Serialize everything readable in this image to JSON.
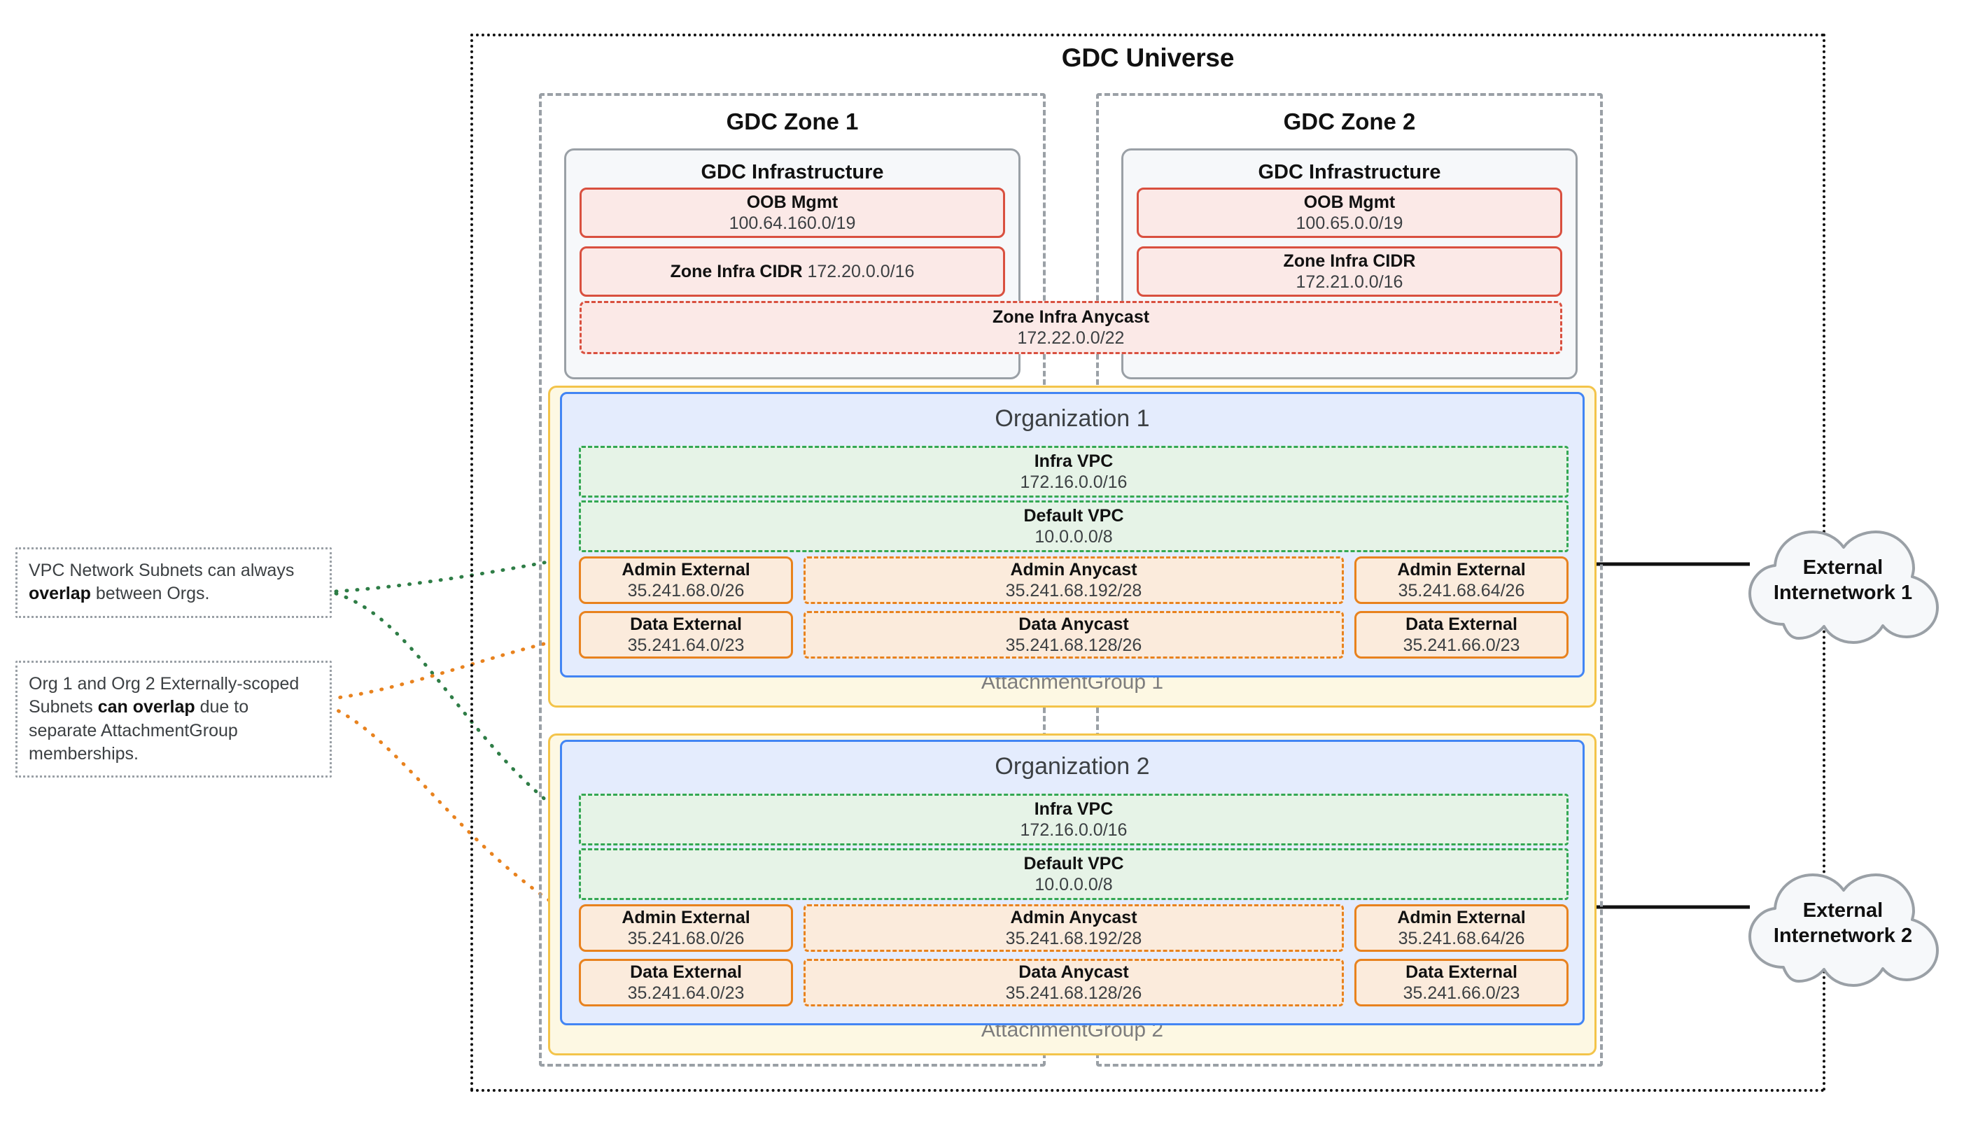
{
  "universe": {
    "title": "GDC Universe"
  },
  "zones": [
    {
      "title": "GDC Zone 1",
      "infra_title": "GDC Infrastructure",
      "oob": {
        "name": "OOB Mgmt",
        "cidr": "100.64.160.0/19"
      },
      "zone_infra_cidr": {
        "name": "Zone Infra CIDR",
        "cidr": "172.20.0.0/16",
        "inline": true
      }
    },
    {
      "title": "GDC Zone 2",
      "infra_title": "GDC Infrastructure",
      "oob": {
        "name": "OOB Mgmt",
        "cidr": "100.65.0.0/19"
      },
      "zone_infra_cidr": {
        "name": "Zone Infra CIDR",
        "cidr": "172.21.0.0/16",
        "inline": false
      }
    }
  ],
  "zone_infra_anycast": {
    "name": "Zone Infra Anycast",
    "cidr": "172.22.0.0/22"
  },
  "attachment_groups": [
    {
      "label": "AttachmentGroup 1"
    },
    {
      "label": "AttachmentGroup 2"
    }
  ],
  "organizations": [
    {
      "title": "Organization 1",
      "vpcs": [
        {
          "name": "Infra VPC",
          "cidr": "172.16.0.0/16"
        },
        {
          "name": "Default VPC",
          "cidr": "10.0.0.0/8"
        }
      ],
      "subnets": {
        "admin_external_left": {
          "name": "Admin External",
          "cidr": "35.241.68.0/26"
        },
        "admin_anycast": {
          "name": "Admin Anycast",
          "cidr": "35.241.68.192/28"
        },
        "admin_external_right": {
          "name": "Admin External",
          "cidr": "35.241.68.64/26"
        },
        "data_external_left": {
          "name": "Data External",
          "cidr": "35.241.64.0/23"
        },
        "data_anycast": {
          "name": "Data Anycast",
          "cidr": "35.241.68.128/26"
        },
        "data_external_right": {
          "name": "Data External",
          "cidr": "35.241.66.0/23"
        }
      }
    },
    {
      "title": "Organization 2",
      "vpcs": [
        {
          "name": "Infra VPC",
          "cidr": "172.16.0.0/16"
        },
        {
          "name": "Default VPC",
          "cidr": "10.0.0.0/8"
        }
      ],
      "subnets": {
        "admin_external_left": {
          "name": "Admin External",
          "cidr": "35.241.68.0/26"
        },
        "admin_anycast": {
          "name": "Admin Anycast",
          "cidr": "35.241.68.192/28"
        },
        "admin_external_right": {
          "name": "Admin External",
          "cidr": "35.241.68.64/26"
        },
        "data_external_left": {
          "name": "Data External",
          "cidr": "35.241.64.0/23"
        },
        "data_anycast": {
          "name": "Data Anycast",
          "cidr": "35.241.68.128/26"
        },
        "data_external_right": {
          "name": "Data External",
          "cidr": "35.241.66.0/23"
        }
      }
    }
  ],
  "notes": [
    {
      "parts": [
        {
          "text": "VPC Network Subnets can always ",
          "bold": false
        },
        {
          "text": "overlap",
          "bold": true
        },
        {
          "text": " between Orgs.",
          "bold": false
        }
      ]
    },
    {
      "parts": [
        {
          "text": "Org 1 and Org 2 Externally-scoped Subnets ",
          "bold": false
        },
        {
          "text": "can overlap",
          "bold": true
        },
        {
          "text": " due to separate AttachmentGroup memberships.",
          "bold": false
        }
      ]
    }
  ],
  "external_networks": [
    {
      "line1": "External",
      "line2": "Internetwork 1"
    },
    {
      "line1": "External",
      "line2": "Internetwork 2"
    }
  ],
  "colors": {
    "universe_border": "#111111",
    "zone_border": "#9aa0a6",
    "infra_border": "#9aa0a6",
    "infra_fill": "#f6f8fa",
    "red_border": "#d9503f",
    "red_fill": "#fbe9e7",
    "org_border": "#4285f4",
    "org_fill": "#e4ecfd",
    "ag_border": "#f3c44a",
    "ag_fill": "#fdf8e3",
    "vpc_border": "#34a853",
    "vpc_fill": "#e6f3e7",
    "subnet_border": "#e8821e",
    "subnet_fill": "#fbebdc",
    "note_border": "#9aa0a6",
    "cloud_border": "#9aa0a6",
    "cloud_fill": "#f6f8fa",
    "link_green": "#2e7d46",
    "link_orange": "#e8821e",
    "connector_black": "#111111"
  }
}
